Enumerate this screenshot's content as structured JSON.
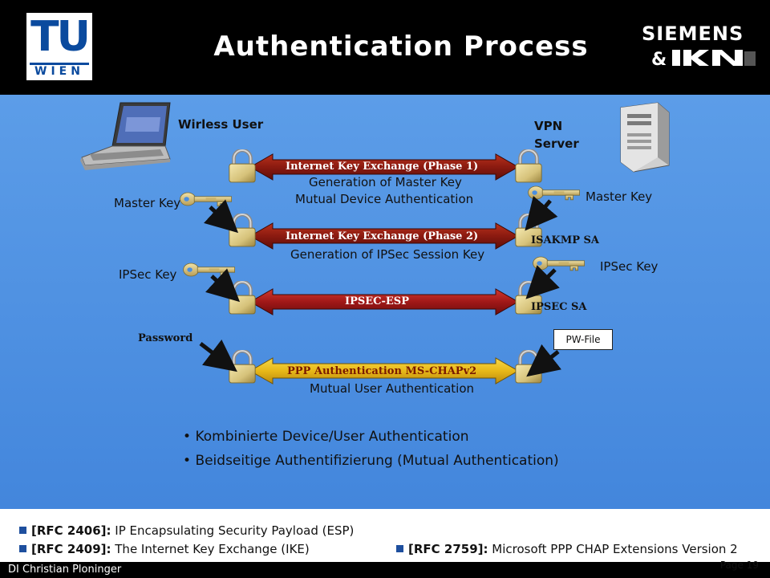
{
  "header": {
    "title": "Authentication Process",
    "tu_logo": {
      "top": "TU",
      "bottom": "WIEN"
    },
    "partner": {
      "siemens": "SIEMENS",
      "amp": "&",
      "ikn": "IKN"
    }
  },
  "diagram": {
    "wireless_user": "Wirless User",
    "vpn_server": [
      "VPN",
      "Server"
    ],
    "phase1": {
      "arrow_label": "Internet Key Exchange (Phase 1)",
      "line1": "Generation of Master Key",
      "line2": "Mutual Device Authentication"
    },
    "master_key_left": "Master Key",
    "master_key_right": "Master Key",
    "phase2": {
      "arrow_label": "Internet Key Exchange (Phase 2)",
      "line1": "Generation of IPSec Session Key"
    },
    "isakmp_sa": "ISAKMP SA",
    "ipsec_key_left": "IPSec Key",
    "ipsec_key_right": "IPSec Key",
    "esp": {
      "arrow_label": "IPSEC-ESP"
    },
    "ipsec_sa": "IPSEC SA",
    "password": "Password",
    "pw_file": "PW-File",
    "ppp": {
      "arrow_label": "PPP Authentication MS-CHAPv2",
      "line1": "Mutual User Authentication"
    }
  },
  "bullets": [
    "Kombinierte Device/User Authentication",
    "Beidseitige Authentifizierung (Mutual Authentication)"
  ],
  "references": [
    {
      "tag": "[RFC 2406]:",
      "text": " IP Encapsulating Security Payload (ESP)"
    },
    {
      "tag": "[RFC 2409]:",
      "text": " The Internet Key Exchange (IKE)"
    },
    {
      "tag": "[RFC 2759]:",
      "text": " Microsoft PPP CHAP Extensions Version 2"
    }
  ],
  "footer": {
    "author": "DI Christian Ploninger",
    "page": "Page 19"
  },
  "colors": {
    "header_bg": "#000000",
    "content_bg": "#4a8ee0",
    "ike_arrow": "#8b1a10",
    "esp_arrow": "#a01818",
    "ppp_arrow": "#e8b818",
    "tu_blue": "#0a4a9e"
  },
  "icons": {
    "laptop": "laptop-icon",
    "server": "server-tower-icon",
    "padlock": "padlock-icon",
    "key": "key-icon"
  }
}
